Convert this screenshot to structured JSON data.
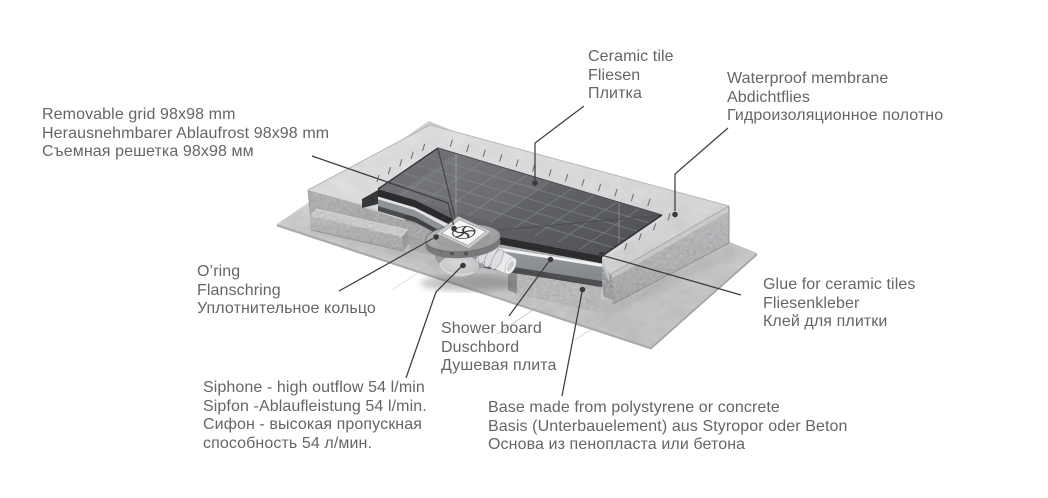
{
  "page": {
    "background": "#ffffff"
  },
  "diagram": {
    "illustration_description": "Isometric cutaway view of a tiled shower board with removable drain grid, siphon, waterproof membrane and polystyrene/concrete base",
    "colors": {
      "label_text": "#646567",
      "callout_line": "#3e3e40",
      "tile": "#595b5e",
      "membrane_band": "#d2d3d4",
      "concrete_base": "#a9abad",
      "membrane_sheet": "#c2c3c4"
    },
    "labels": {
      "removable_grid": {
        "lines": [
          "Removable grid 98x98 mm",
          "Herausnehmbarer Ablaufrost 98x98 mm",
          "Съемная решетка 98x98 мм"
        ]
      },
      "ceramic_tile": {
        "lines": [
          "Ceramic tile",
          "Fliesen",
          "Плитка"
        ]
      },
      "waterproof_membrane": {
        "lines": [
          "Waterproof membrane",
          "Abdichtflies",
          "Гидроизоляционное полотно"
        ]
      },
      "oring": {
        "lines": [
          "O’ring",
          "Flanschring",
          "Уплотнительное кольцо"
        ]
      },
      "siphone": {
        "lines": [
          "Siphone - high outflow 54 l/min",
          "Sipfon -Ablaufleistung 54 l/min.",
          "Сифон - высокая пропускная",
          "способность 54 л/мин."
        ]
      },
      "shower_board": {
        "lines": [
          "Shower board",
          "Duschbord",
          "Душевая плита"
        ]
      },
      "glue": {
        "lines": [
          "Glue for ceramic tiles",
          "Fliesenkleber",
          "Клей для плитки"
        ]
      },
      "base": {
        "lines": [
          "Base made from polystyrene or concrete",
          "Basis (Unterbauelement) aus Styropor oder Beton",
          "Основа из пенопласта или бетона"
        ]
      }
    }
  }
}
